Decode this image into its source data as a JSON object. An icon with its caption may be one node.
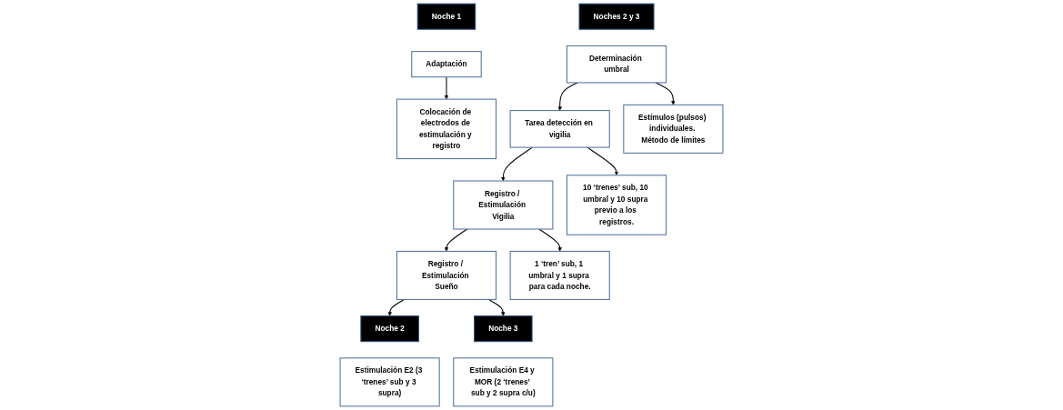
{
  "diagram": {
    "nodes": [
      {
        "text": [
          "Noche 1"
        ]
      },
      {
        "text": [
          "Noches 2 y 3"
        ]
      },
      {
        "text": [
          "Adaptación"
        ]
      },
      {
        "text": [
          "Determinación umbral"
        ]
      },
      {
        "text": [
          "Tarea detección en vigilia"
        ]
      },
      {
        "text": [
          "Registro / Estimulación Vigilia"
        ]
      },
      {
        "text": [
          "Registro / Estimulación Sueño"
        ]
      },
      {
        "text": [
          "Noche 2"
        ]
      },
      {
        "text": [
          "Noche 3"
        ]
      },
      {
        "text": [
          "Colocación de electrodos de estimulación y registro"
        ]
      },
      {
        "text": [
          "Estímulos (pulsos) individuales. Método de límites"
        ]
      },
      {
        "text": [
          "10 ‘trenes’ sub, 10 umbral y 10 supra previo a los registros."
        ]
      },
      {
        "text": [
          "1 ‘tren’ sub, 1 umbral y 1 supra para cada noche."
        ]
      },
      {
        "text": [
          "Estimulación E2 (3 ‘trenes’ sub y 3 supra)"
        ]
      },
      {
        "text": [
          "Estimulación E4 y MOR (2 ‘trenes’ sub y 2 supra c/u)"
        ]
      }
    ],
    "edges": [
      {
        "from": 2,
        "to": 9,
        "arrow": "to"
      },
      {
        "from": 3,
        "to": 4,
        "arrow": "to"
      },
      {
        "from": 3,
        "to": 10,
        "arrow": "to"
      },
      {
        "from": 4,
        "to": 5,
        "arrow": "to"
      },
      {
        "from": 4,
        "to": 11,
        "arrow": "to"
      },
      {
        "from": 5,
        "to": 6,
        "arrow": "to"
      },
      {
        "from": 5,
        "to": 12,
        "arrow": "to"
      },
      {
        "from": 6,
        "to": 7,
        "arrow": "to"
      },
      {
        "from": 6,
        "to": 8,
        "arrow": "to"
      }
    ]
  }
}
